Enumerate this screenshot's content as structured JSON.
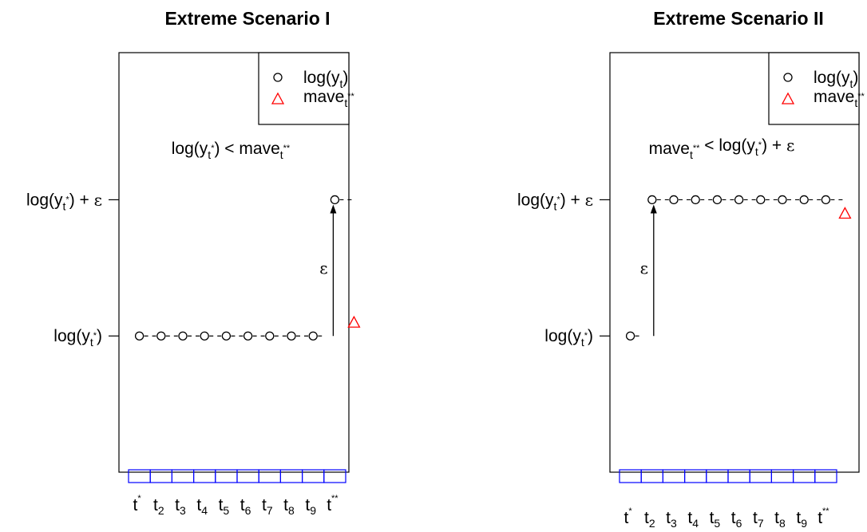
{
  "chart_data": [
    {
      "type": "scatter",
      "title": "Extreme Scenario I",
      "x": [
        "t*",
        "t2",
        "t3",
        "t4",
        "t5",
        "t6",
        "t7",
        "t8",
        "t9",
        "t**"
      ],
      "y_ticks": [
        "log(yt*)",
        "log(yt*) + ε"
      ],
      "annotation": "log(yt*) < mavet**",
      "arrow_label": "ε",
      "legend": {
        "position": "top-right",
        "entries": [
          "log(yt)",
          "mavet**"
        ]
      },
      "series": [
        {
          "name": "log(yt)",
          "marker": "circle",
          "color": "#000000",
          "values": [
            0,
            0,
            0,
            0,
            0,
            0,
            0,
            0,
            0,
            1
          ]
        },
        {
          "name": "mavet**",
          "marker": "triangle",
          "color": "#ff0000",
          "x": [
            "t**"
          ],
          "values": [
            0.1
          ]
        }
      ],
      "ylim": [
        -1.0,
        2.08
      ],
      "box_color": "#0000ff"
    },
    {
      "type": "scatter",
      "title": "Extreme Scenario II",
      "x": [
        "t*",
        "t2",
        "t3",
        "t4",
        "t5",
        "t6",
        "t7",
        "t8",
        "t9",
        "t**"
      ],
      "y_ticks": [
        "log(yt*)",
        "log(yt*) + ε"
      ],
      "annotation": "mavet** < log(yt*) + ε",
      "arrow_label": "ε",
      "legend": {
        "position": "top-right",
        "entries": [
          "log(yt)",
          "mavet**"
        ]
      },
      "series": [
        {
          "name": "log(yt)",
          "marker": "circle",
          "color": "#000000",
          "values": [
            0,
            1,
            1,
            1,
            1,
            1,
            1,
            1,
            1,
            1
          ]
        },
        {
          "name": "mavet**",
          "marker": "triangle",
          "color": "#ff0000",
          "x": [
            "t**"
          ],
          "values": [
            0.9
          ]
        }
      ],
      "ylim": [
        -1.0,
        2.08
      ],
      "box_color": "#0000ff"
    }
  ]
}
